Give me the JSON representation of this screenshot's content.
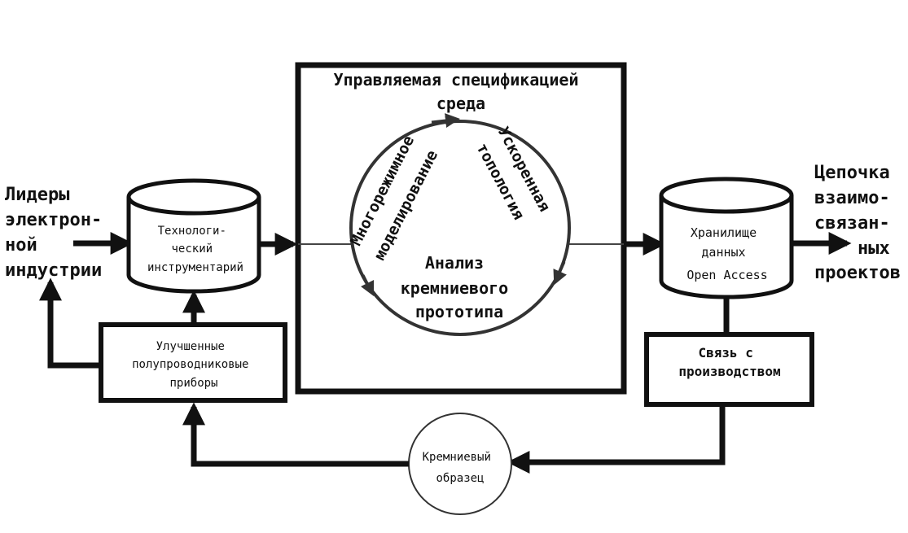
{
  "left_label": {
    "lines": [
      "Лидеры",
      "электрон-",
      "ной",
      "индустрии"
    ]
  },
  "right_label": {
    "lines": [
      "Цепочка",
      "взаимо-",
      "связан-",
      "ных",
      "проектов"
    ]
  },
  "tech_tools": {
    "lines": [
      "Технологи-",
      "ческий",
      "инструментарий"
    ]
  },
  "improved_devices": {
    "lines": [
      "Улучшенные",
      "полупроводниковые",
      "приборы"
    ]
  },
  "environment": {
    "title_lines": [
      "Управляемая спецификацией",
      "среда"
    ],
    "multimode": "Многорежимное",
    "modeling": "моделирование",
    "accelerated": "Ускоренная",
    "topology": "топология",
    "analysis_lines": [
      "Анализ",
      "кремниевого",
      "прототипа"
    ]
  },
  "storage": {
    "lines": [
      "Хранилище",
      "данных",
      "Open Access"
    ]
  },
  "production_link": {
    "lines": [
      "Связь с",
      "производством"
    ]
  },
  "silicon_sample": {
    "lines": [
      "Кремниевый",
      "образец"
    ]
  },
  "colors": {
    "stroke": "#111111",
    "thin_stroke": "#444444"
  }
}
